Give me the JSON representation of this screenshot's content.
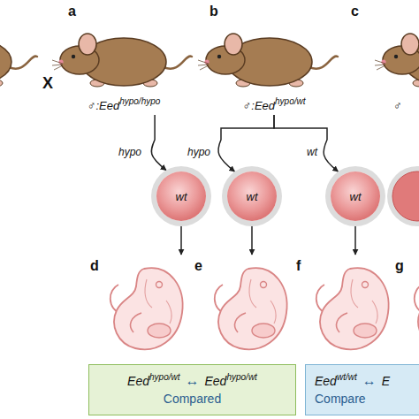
{
  "diagram": {
    "nodes": [
      {
        "text": [
          "a",
          "♂:Eed",
          "hypo/hypo"
        ]
      },
      {
        "text": [
          "b",
          "♂:Eed",
          "hypo/wt"
        ]
      },
      {
        "text": [
          "c",
          "♂"
        ]
      },
      {
        "text": [
          "wt"
        ]
      },
      {
        "text": [
          "wt"
        ]
      },
      {
        "text": [
          "wt"
        ]
      },
      {
        "text": [
          "d"
        ]
      },
      {
        "text": [
          "e"
        ]
      },
      {
        "text": [
          "f"
        ]
      },
      {
        "text": [
          "g"
        ]
      },
      {
        "text": [
          "Eed",
          "hypo/wt",
          "↔",
          "Eed",
          "hypo/wt",
          "Compared"
        ]
      },
      {
        "text": [
          "Eed",
          "wt/wt",
          "↔",
          "E",
          "Compare"
        ]
      }
    ],
    "edges": [
      {
        "from": 0,
        "to": 3,
        "arrow": "to"
      },
      {
        "from": 1,
        "to": 4,
        "arrow": "to"
      },
      {
        "from": 1,
        "to": 5,
        "arrow": "to"
      },
      {
        "from": 3,
        "to": 6,
        "arrow": "to"
      },
      {
        "from": 4,
        "to": 7,
        "arrow": "to"
      },
      {
        "from": 5,
        "to": 8,
        "arrow": "to"
      }
    ],
    "labels": [
      "X",
      "hypo",
      "hypo",
      "wt"
    ]
  }
}
